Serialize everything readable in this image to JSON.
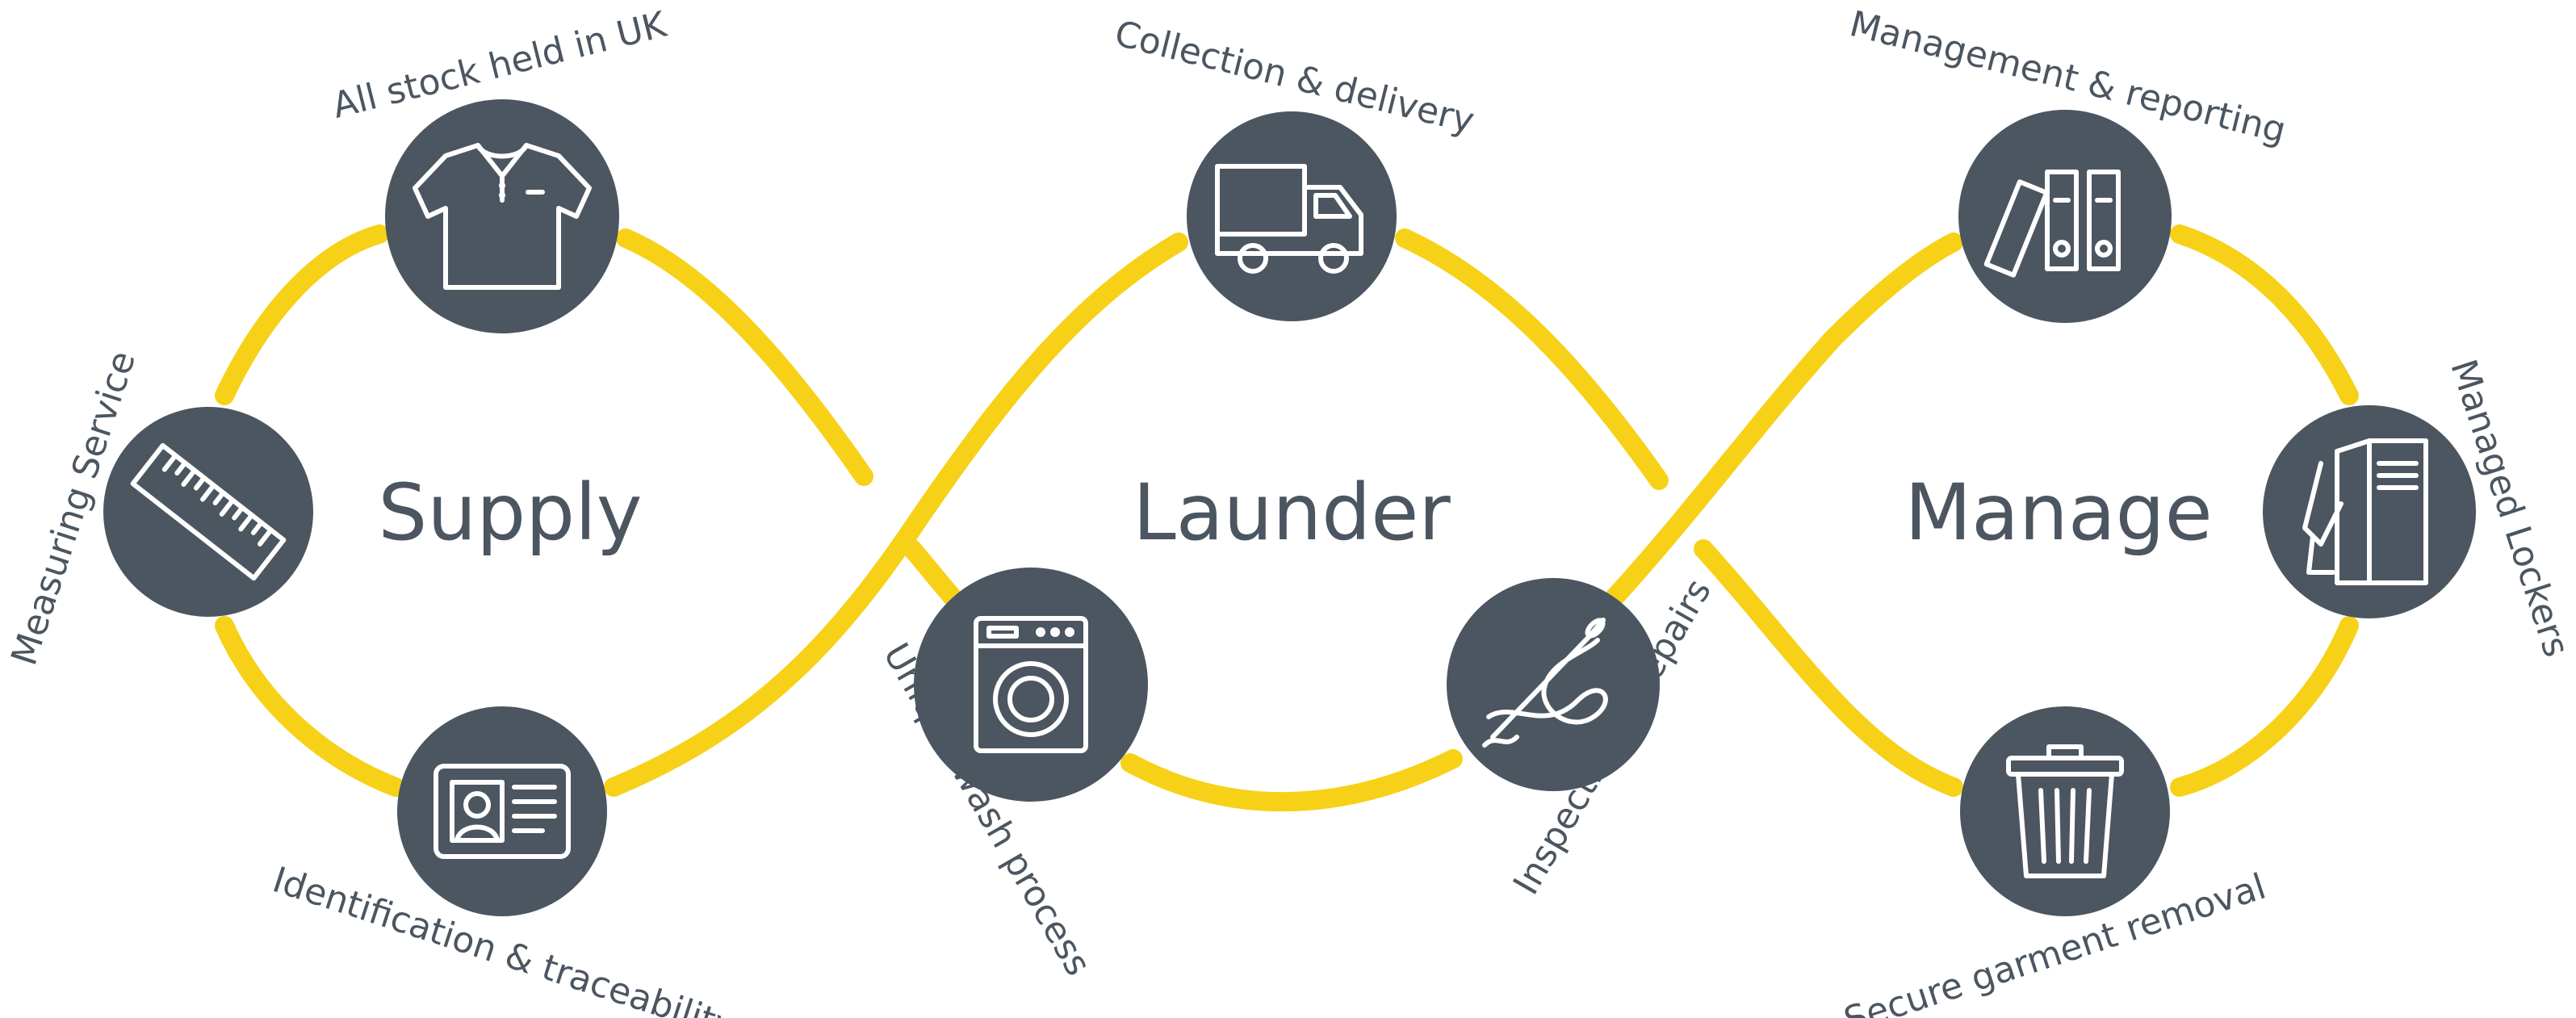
{
  "sections": [
    {
      "id": "supply",
      "title": "Supply"
    },
    {
      "id": "launder",
      "title": "Launder"
    },
    {
      "id": "manage",
      "title": "Manage"
    }
  ],
  "nodes": [
    {
      "id": "uk-stock",
      "label": "All stock held in UK",
      "icon": "polo-shirt-icon"
    },
    {
      "id": "measuring",
      "label": "Measuring Service",
      "icon": "ruler-icon"
    },
    {
      "id": "identification",
      "label": "Identification & traceability",
      "icon": "id-card-icon"
    },
    {
      "id": "collection",
      "label": "Collection & delivery",
      "icon": "delivery-truck-icon"
    },
    {
      "id": "wash",
      "label": "Unique wash process",
      "icon": "washing-machine-icon"
    },
    {
      "id": "repairs",
      "label": "Inspection & repairs",
      "icon": "needle-thread-icon"
    },
    {
      "id": "management",
      "label": "Management & reporting",
      "icon": "binders-icon"
    },
    {
      "id": "lockers",
      "label": "Managed Lockers",
      "icon": "locker-icon"
    },
    {
      "id": "removal",
      "label": "Secure garment removal",
      "icon": "trash-bin-icon"
    }
  ],
  "colors": {
    "wave": "#f7d117",
    "node": "#4b5661",
    "text": "#4b5661"
  }
}
